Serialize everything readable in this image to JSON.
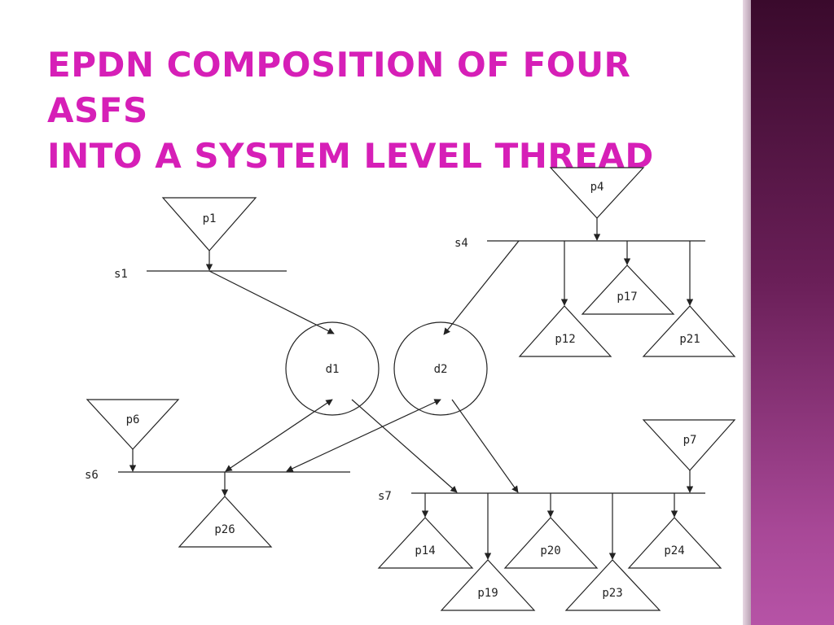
{
  "title": {
    "line1": "EPDN COMPOSITION OF FOUR ASFS",
    "line2": "INTO A SYSTEM LEVEL THREAD"
  },
  "diagram": {
    "ports_in": [
      "p1",
      "p4",
      "p6",
      "p7"
    ],
    "ports_out": [
      "p12",
      "p17",
      "p21",
      "p14",
      "p19",
      "p20",
      "p23",
      "p24",
      "p26"
    ],
    "data_nodes": [
      "d1",
      "d2"
    ],
    "sequence_bars": [
      "s1",
      "s4",
      "s6",
      "s7"
    ]
  },
  "colors": {
    "title": "#d61fb7",
    "sidebar_dark": "#3a0a2c",
    "sidebar_light": "#b653a6",
    "stroke": "#222222"
  }
}
